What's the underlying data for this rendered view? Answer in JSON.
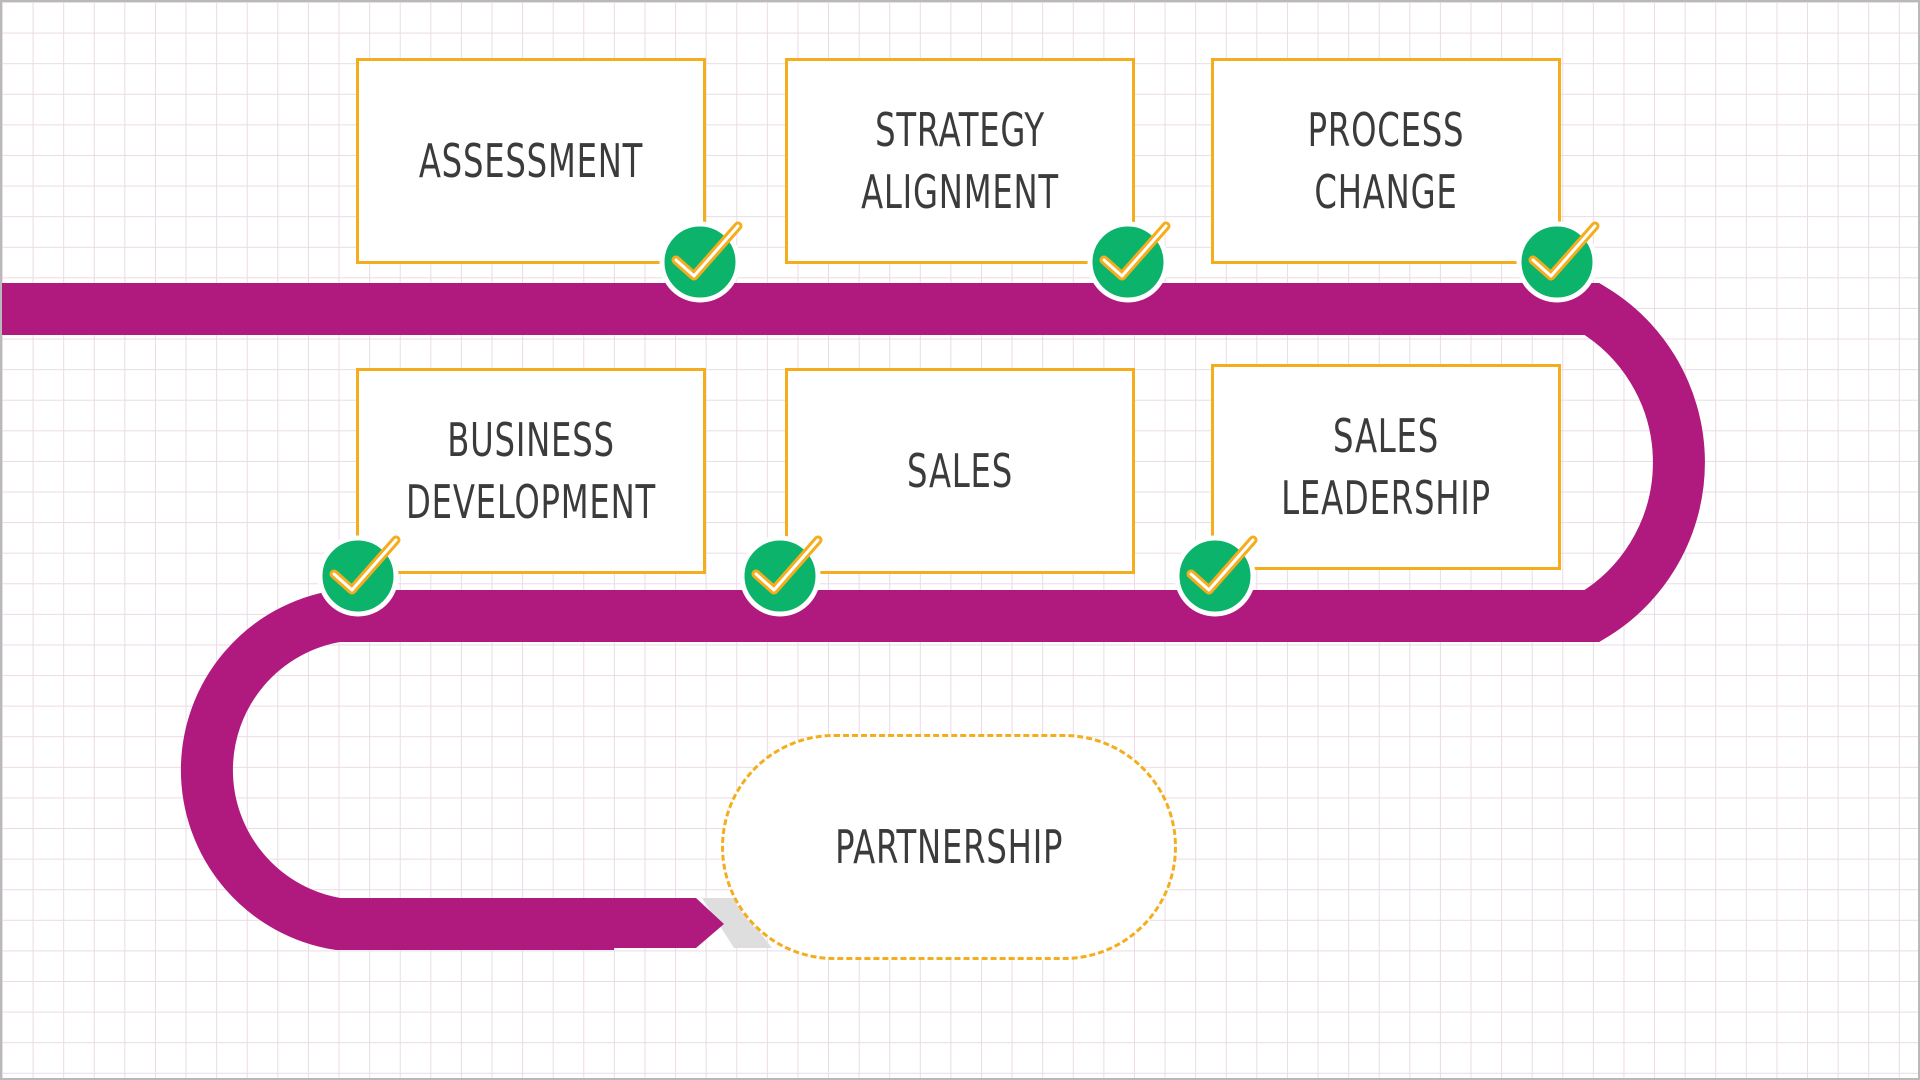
{
  "steps": [
    {
      "label": "ASSESSMENT",
      "completed": true,
      "check_icon": "check-circle-icon"
    },
    {
      "label": "STRATEGY\nALIGNMENT",
      "completed": true,
      "check_icon": "check-circle-icon"
    },
    {
      "label": "PROCESS CHANGE",
      "completed": true,
      "check_icon": "check-circle-icon"
    },
    {
      "label": "BUSINESS\nDEVELOPMENT",
      "completed": true,
      "check_icon": "check-circle-icon"
    },
    {
      "label": "SALES",
      "completed": true,
      "check_icon": "check-circle-icon"
    },
    {
      "label": "SALES LEADERSHIP",
      "completed": true,
      "check_icon": "check-circle-icon"
    }
  ],
  "goal": {
    "label": "PARTNERSHIP",
    "completed": false
  },
  "colors": {
    "path": "#b01a7e",
    "box_border": "#f4ad1d",
    "check_fill": "#0bb36b",
    "check_mark": "#f4ad1d",
    "arrow_shadow": "#dedede",
    "grid": "#eadbe6"
  }
}
